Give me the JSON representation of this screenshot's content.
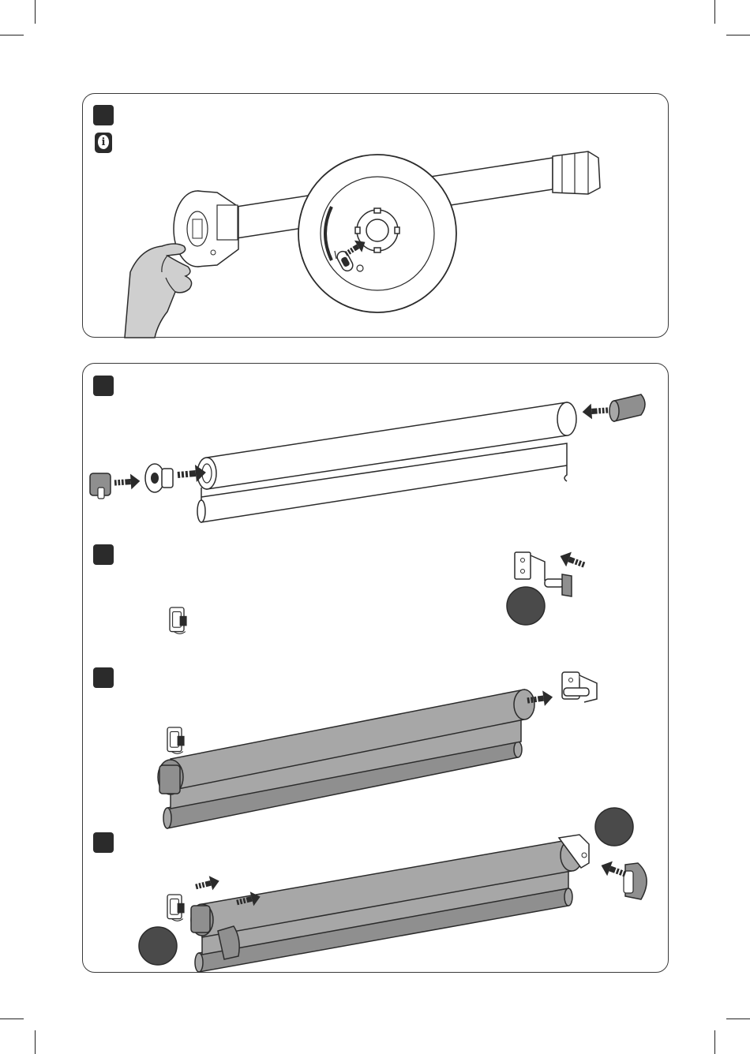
{
  "colors": {
    "outline": "#2b2b2b",
    "fabric": "#a7a7a7",
    "fabric_dark": "#8f8f8f",
    "badge": "#4a4a4a",
    "arrow": "#2b2b2b",
    "panel_border": "#3a3a3a"
  },
  "icons": {
    "info": "info-icon",
    "arrow": "push-arrow-icon",
    "hand": "hand-icon"
  },
  "panels": [
    {
      "id": "panel-top",
      "steps": 1,
      "has_info_icon": true
    },
    {
      "id": "panel-bottom",
      "steps": 4
    }
  ]
}
